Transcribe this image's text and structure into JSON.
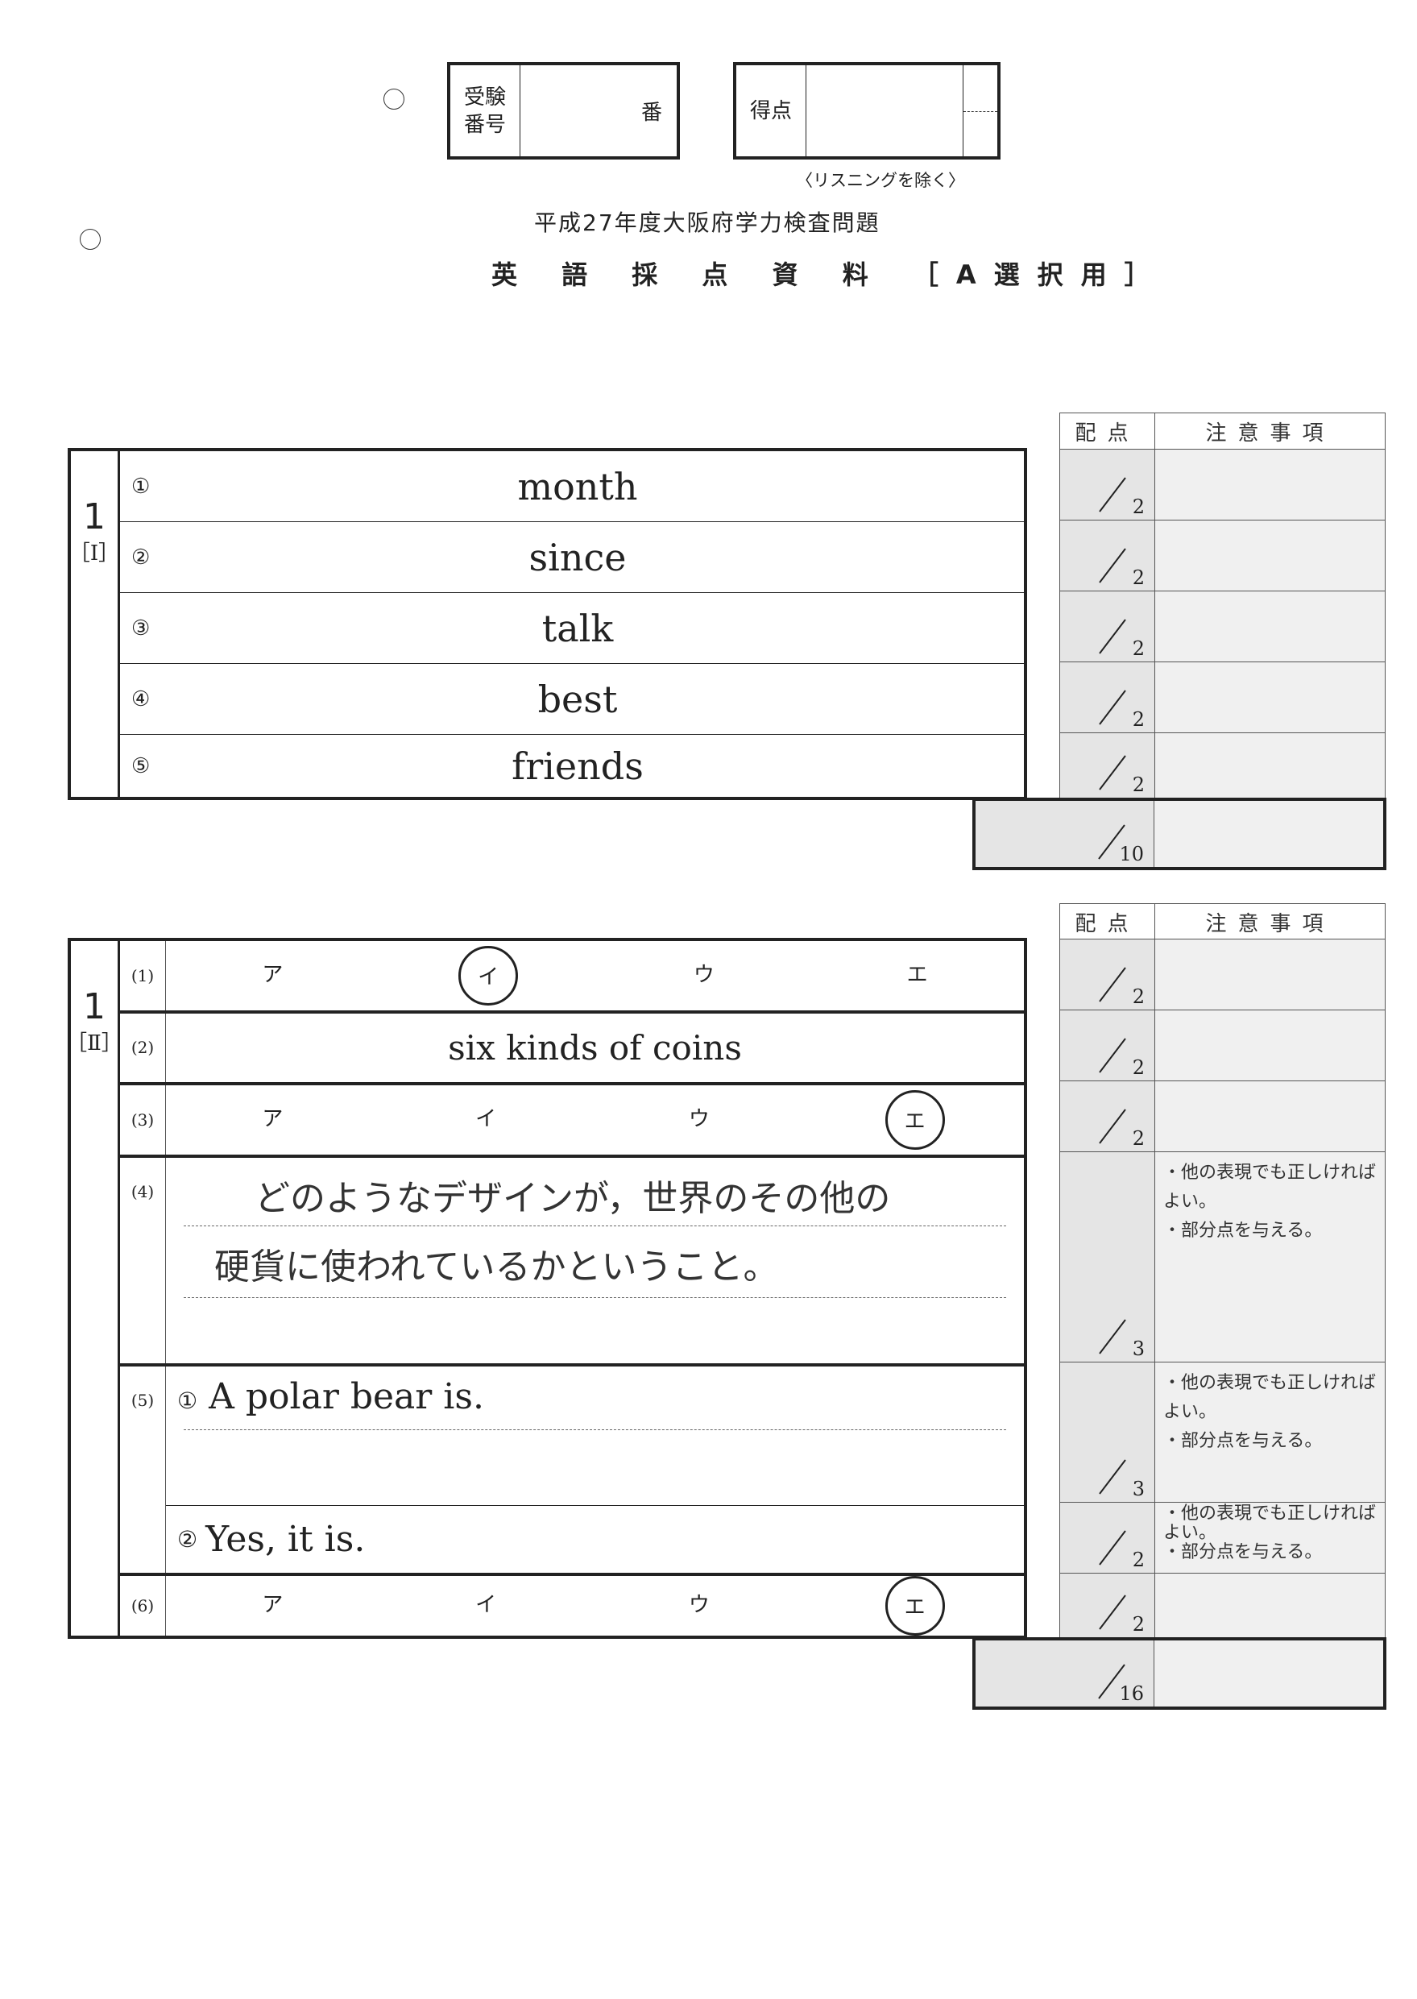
{
  "header": {
    "exam_number_label_line1": "受験",
    "exam_number_label_line2": "番号",
    "exam_number_suffix": "番",
    "score_label": "得点",
    "score_note": "〈リスニングを除く〉",
    "title_line1": "平成27年度大阪府学力検査問題",
    "title_line2": "英 語 採 点 資 料 ［A選択用］"
  },
  "score_header": {
    "points": "配点",
    "notes": "注意事項"
  },
  "section1": {
    "number": "1",
    "roman": "［Ⅰ］",
    "rows": [
      {
        "num": "①",
        "answer": "month",
        "points": "2"
      },
      {
        "num": "②",
        "answer": "since",
        "points": "2"
      },
      {
        "num": "③",
        "answer": "talk",
        "points": "2"
      },
      {
        "num": "④",
        "answer": "best",
        "points": "2"
      },
      {
        "num": "⑤",
        "answer": "friends",
        "points": "2"
      }
    ],
    "total_points": "10"
  },
  "section2": {
    "number": "1",
    "roman": "［Ⅱ］",
    "q1": {
      "num": "(1)",
      "choices": [
        "ア",
        "イ",
        "ウ",
        "エ"
      ],
      "selected": "イ",
      "points": "2"
    },
    "q2": {
      "num": "(2)",
      "answer": "six kinds of coins",
      "points": "2"
    },
    "q3": {
      "num": "(3)",
      "choices": [
        "ア",
        "イ",
        "ウ",
        "エ"
      ],
      "selected": "エ",
      "points": "2"
    },
    "q4": {
      "num": "(4)",
      "line1": "どのようなデザインが，世界のその他の",
      "line2": "硬貨に使われているかということ。",
      "points": "3",
      "notes": [
        "・他の表現でも正しければよい。",
        "・部分点を与える。"
      ]
    },
    "q5": {
      "num": "(5)",
      "sub1": {
        "num": "①",
        "answer": "A polar bear is.",
        "points": "3",
        "notes": [
          "・他の表現でも正しければよい。",
          "・部分点を与える。"
        ]
      },
      "sub2": {
        "num": "②",
        "answer": "Yes, it is.",
        "points": "2",
        "notes": [
          "・他の表現でも正しければよい。",
          "・部分点を与える。"
        ]
      }
    },
    "q6": {
      "num": "(6)",
      "choices": [
        "ア",
        "イ",
        "ウ",
        "エ"
      ],
      "selected": "エ",
      "points": "2"
    },
    "total_points": "16"
  },
  "colors": {
    "points_bg": "#e5e5e5",
    "notes_bg": "#f0f0f0",
    "border": "#222222"
  }
}
